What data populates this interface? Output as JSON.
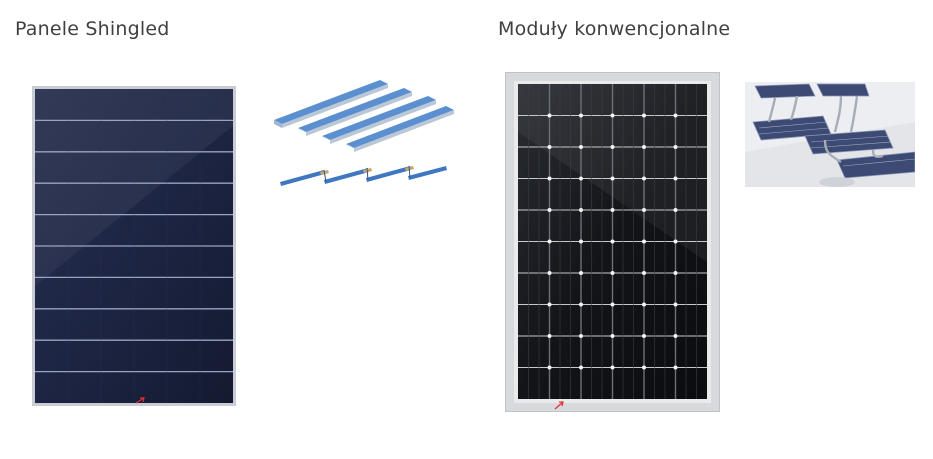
{
  "left_section": {
    "title": "Panele Shingled",
    "panel_image": "shingled-solar-panel",
    "detail_image": "shingled-cell-strips"
  },
  "right_section": {
    "title": "Moduły konwencjonalne",
    "panel_image": "conventional-solar-panel",
    "detail_image": "conventional-cell-ribbons"
  },
  "colors": {
    "shingled_panel": "#1b2340",
    "conventional_panel": "#101216",
    "panel_frame": "#d4d6da",
    "cell_blue": "#4a7fc2",
    "arrow_red": "#e03030"
  }
}
